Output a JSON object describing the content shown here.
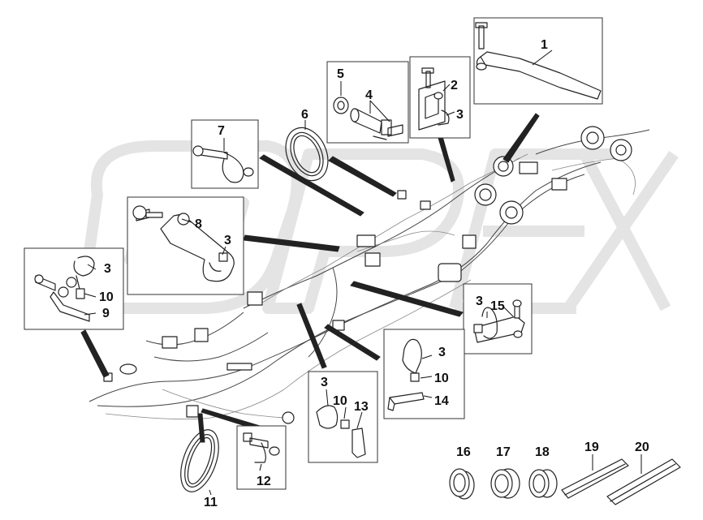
{
  "watermark": "OPEX",
  "corner_stamp": "",
  "callouts": [
    {
      "id": "c1",
      "text": "1"
    },
    {
      "id": "c2",
      "text": "2"
    },
    {
      "id": "c3a",
      "text": "3"
    },
    {
      "id": "c4",
      "text": "4"
    },
    {
      "id": "c5",
      "text": "5"
    },
    {
      "id": "c6",
      "text": "6"
    },
    {
      "id": "c7",
      "text": "7"
    },
    {
      "id": "c8",
      "text": "8"
    },
    {
      "id": "c3b",
      "text": "3"
    },
    {
      "id": "c3c",
      "text": "3"
    },
    {
      "id": "c10a",
      "text": "10"
    },
    {
      "id": "c9",
      "text": "9"
    },
    {
      "id": "c3d",
      "text": "3"
    },
    {
      "id": "c15",
      "text": "15"
    },
    {
      "id": "c3e",
      "text": "3"
    },
    {
      "id": "c10b",
      "text": "10"
    },
    {
      "id": "c14",
      "text": "14"
    },
    {
      "id": "c3f",
      "text": "3"
    },
    {
      "id": "c10c",
      "text": "10"
    },
    {
      "id": "c13",
      "text": "13"
    },
    {
      "id": "c11",
      "text": "11"
    },
    {
      "id": "c12",
      "text": "12"
    },
    {
      "id": "c16",
      "text": "16"
    },
    {
      "id": "c17",
      "text": "17"
    },
    {
      "id": "c18",
      "text": "18"
    },
    {
      "id": "c19",
      "text": "19"
    },
    {
      "id": "c20",
      "text": "20"
    }
  ]
}
